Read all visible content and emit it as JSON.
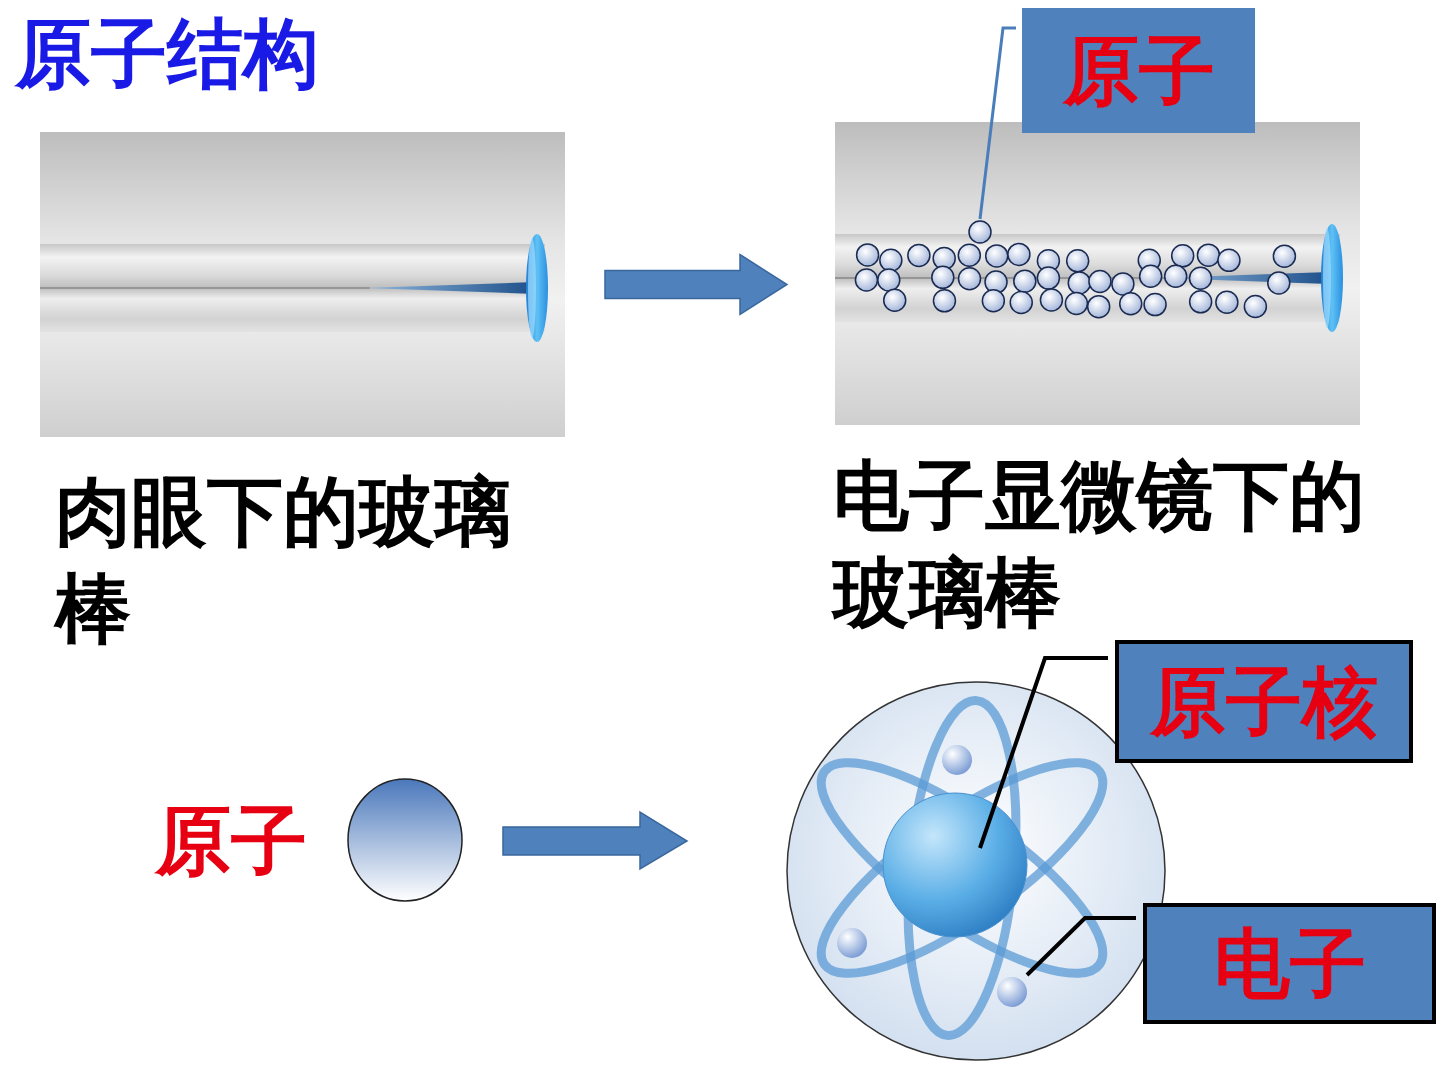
{
  "diagram": {
    "title": "原子结构",
    "nodes": [
      {
        "text": [
          "肉眼下的玻璃棒"
        ]
      },
      {
        "text": [
          "电子显微镜下的玻璃棒"
        ]
      },
      {
        "text": [
          "原子"
        ]
      },
      {
        "text": [
          "原子"
        ]
      },
      {
        "text": [
          "原子核"
        ]
      },
      {
        "text": [
          "电子"
        ]
      }
    ],
    "edges": [
      {
        "from": 0,
        "to": 1,
        "arrow": "to"
      }
    ]
  }
}
